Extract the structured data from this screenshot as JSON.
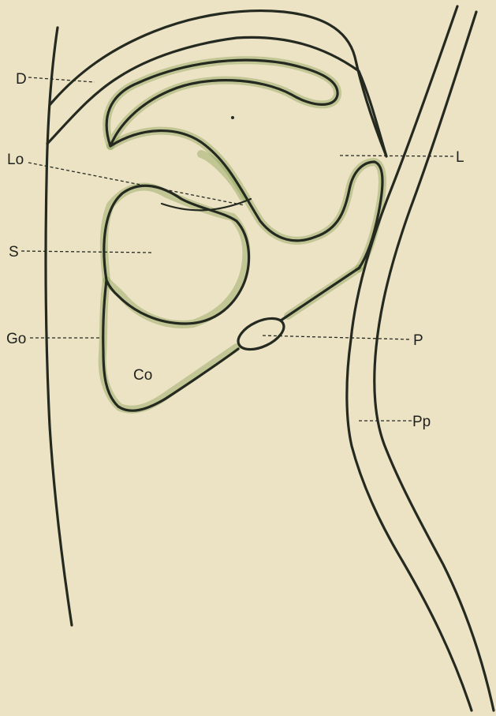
{
  "labels": {
    "D": "D",
    "Lo": "Lo",
    "S": "S",
    "Go": "Go",
    "Co": "Co",
    "L": "L",
    "P": "P",
    "Pp": "Pp"
  },
  "colors": {
    "background": "#ece2c4",
    "outline": "#252a20",
    "shading": "#8fa35a"
  }
}
